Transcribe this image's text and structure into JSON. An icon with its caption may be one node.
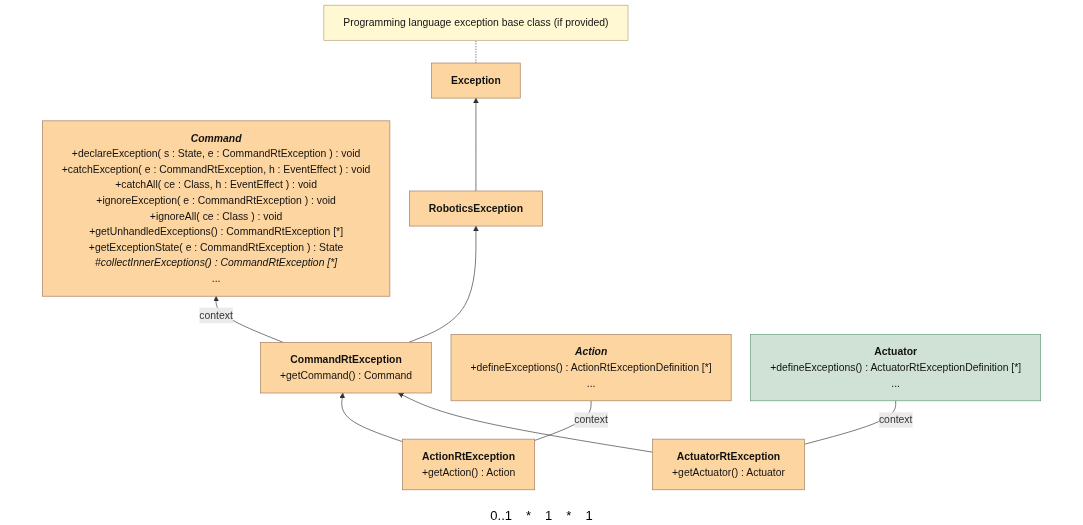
{
  "diagram": {
    "nodes": [
      {
        "text": [
          "Exception"
        ]
      },
      {
        "text": [
          "Programming language exception base class (if provided)"
        ]
      },
      {
        "text": [
          "Command",
          "+declareException( s : State, e : CommandRtException ) : void",
          "+catchException( e : CommandRtException, h : EventEffect ) : void",
          "+catchAll( ce : Class, h : EventEffect ) : void",
          "+ignoreException( e : CommandRtException ) : void",
          "+ignoreAll( ce : Class ) : void",
          "+getUnhandledExceptions() : CommandRtException [*]",
          "+getExceptionState( e : CommandRtException ) : State",
          "#collectInnerExceptions() : CommandRtException [*]",
          "..."
        ]
      },
      {
        "text": [
          "RoboticsException"
        ]
      },
      {
        "text": [
          "CommandRtException",
          "+getCommand() : Command"
        ]
      },
      {
        "text": [
          "ActionRtException",
          "+getAction() : Action"
        ]
      },
      {
        "text": [
          "ActuatorRtException",
          "+getActuator() : Actuator"
        ]
      },
      {
        "text": [
          "Action",
          "+defineExceptions() : ActionRtExceptionDefinition [*]",
          "..."
        ]
      },
      {
        "text": [
          "Actuator",
          "+defineExceptions() : ActuatorRtExceptionDefinition [*]",
          "..."
        ]
      }
    ],
    "edges": [
      {
        "from": 0,
        "to": 1,
        "arrow": "none",
        "style": "dashed"
      },
      {
        "from": 3,
        "to": 0,
        "arrow": "to"
      },
      {
        "from": 4,
        "to": 3,
        "arrow": "to"
      },
      {
        "from": 5,
        "to": 4,
        "arrow": "to"
      },
      {
        "from": 6,
        "to": 4,
        "arrow": "to"
      },
      {
        "from": 4,
        "to": 2,
        "arrow": "to",
        "label": "context"
      },
      {
        "from": 5,
        "to": 7,
        "arrow": "none",
        "label": "context"
      },
      {
        "from": 6,
        "to": 8,
        "arrow": "none",
        "label": "context"
      }
    ],
    "labels": [
      "0..1",
      "*",
      "1",
      "*",
      "1"
    ]
  }
}
